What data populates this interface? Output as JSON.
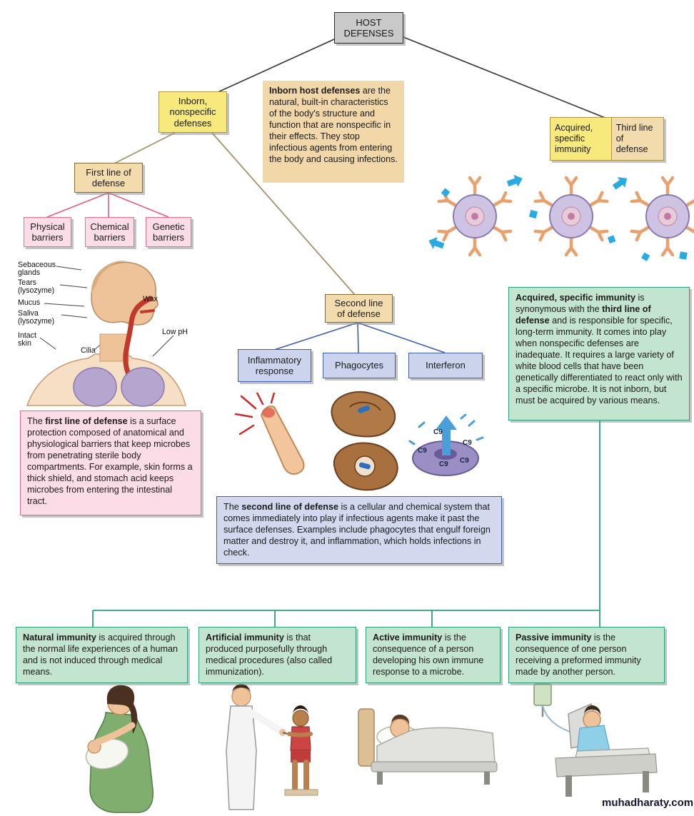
{
  "colors": {
    "host_box": "#c9c9c9",
    "yellow_box": "#f7e97c",
    "tan_box": "#f2dcae",
    "tan_textbox": "#f2d8a8",
    "pink_box": "#fbdce7",
    "pink_border": "#e4728f",
    "lavender_box": "#ccd3ec",
    "blue_border": "#3f5fad",
    "green_box": "#c3e5cf",
    "green_border": "#2aa27a",
    "tan_line": "#a5946a"
  },
  "nodes": {
    "host_defenses": "HOST\nDEFENSES",
    "inborn": "Inborn,\nnonspecific\ndefenses",
    "acquired": "Acquired,\nspecific\nimmunity",
    "third_line": "Third line\nof\ndefense",
    "first_line": "First line of\ndefense",
    "second_line": "Second line\nof defense",
    "physical_barriers": "Physical\nbarriers",
    "chemical_barriers": "Chemical\nbarriers",
    "genetic_barriers": "Genetic\nbarriers",
    "inflammatory_response": "Inflammatory\nresponse",
    "phagocytes": "Phagocytes",
    "interferon": "Interferon"
  },
  "paragraphs": {
    "inborn": {
      "bold": "Inborn host defenses",
      "rest": " are the natural, built-in characteristics of the body's structure and function that are nonspecific in their effects.  They stop infectious agents from entering the body and causing infections."
    },
    "first_line": {
      "pre": "The ",
      "bold": "first line of defense",
      "rest": " is a surface protection composed of anatomical and physiological barriers that keep microbes from penetrating sterile body compartments.  For example, skin forms a thick shield, and stomach acid keeps microbes from entering the intestinal tract."
    },
    "second_line": {
      "pre": "The ",
      "bold": "second line of defense",
      "rest": " is a cellular and chemical system that comes immediately into play if infectious agents make it past the surface defenses.  Examples include phagocytes that engulf foreign matter and destroy it, and inflammation, which holds infections in check."
    },
    "acquired": {
      "bold1": "Acquired, specific immunity",
      "mid": " is synonymous with the ",
      "bold2": "third line of defense",
      "rest": " and is responsible for specific, long-term immunity.  It comes into play when nonspecific defenses are inadequate.  It requires a large variety of white blood cells that have been genetically differentiated to react only with a specific microbe. It is not inborn, but must be acquired by various means."
    },
    "natural": {
      "bold": "Natural immunity",
      "rest": " is acquired through the normal life experiences of a human and is not induced through medical means."
    },
    "artificial": {
      "bold": "Artificial immunity",
      "rest": " is that produced purposefully through medical procedures (also called immunization)."
    },
    "active": {
      "bold": "Active immunity",
      "rest": " is the consequence of a person developing his own immune response to a microbe."
    },
    "passive": {
      "bold": "Passive immunity",
      "rest": " is the consequence of one person receiving a preformed immunity made by another person."
    }
  },
  "anatomy": {
    "sebaceous": "Sebaceous\nglands",
    "tears": "Tears\n(lysozyme)",
    "mucus": "Mucus",
    "saliva": "Saliva\n(lysozyme)",
    "intact_skin": "Intact\nskin",
    "cilia": "Cilia",
    "wax": "Wax",
    "low_ph": "Low pH"
  },
  "labels": {
    "c9": "C9"
  },
  "watermark": "muhadharaty.com"
}
